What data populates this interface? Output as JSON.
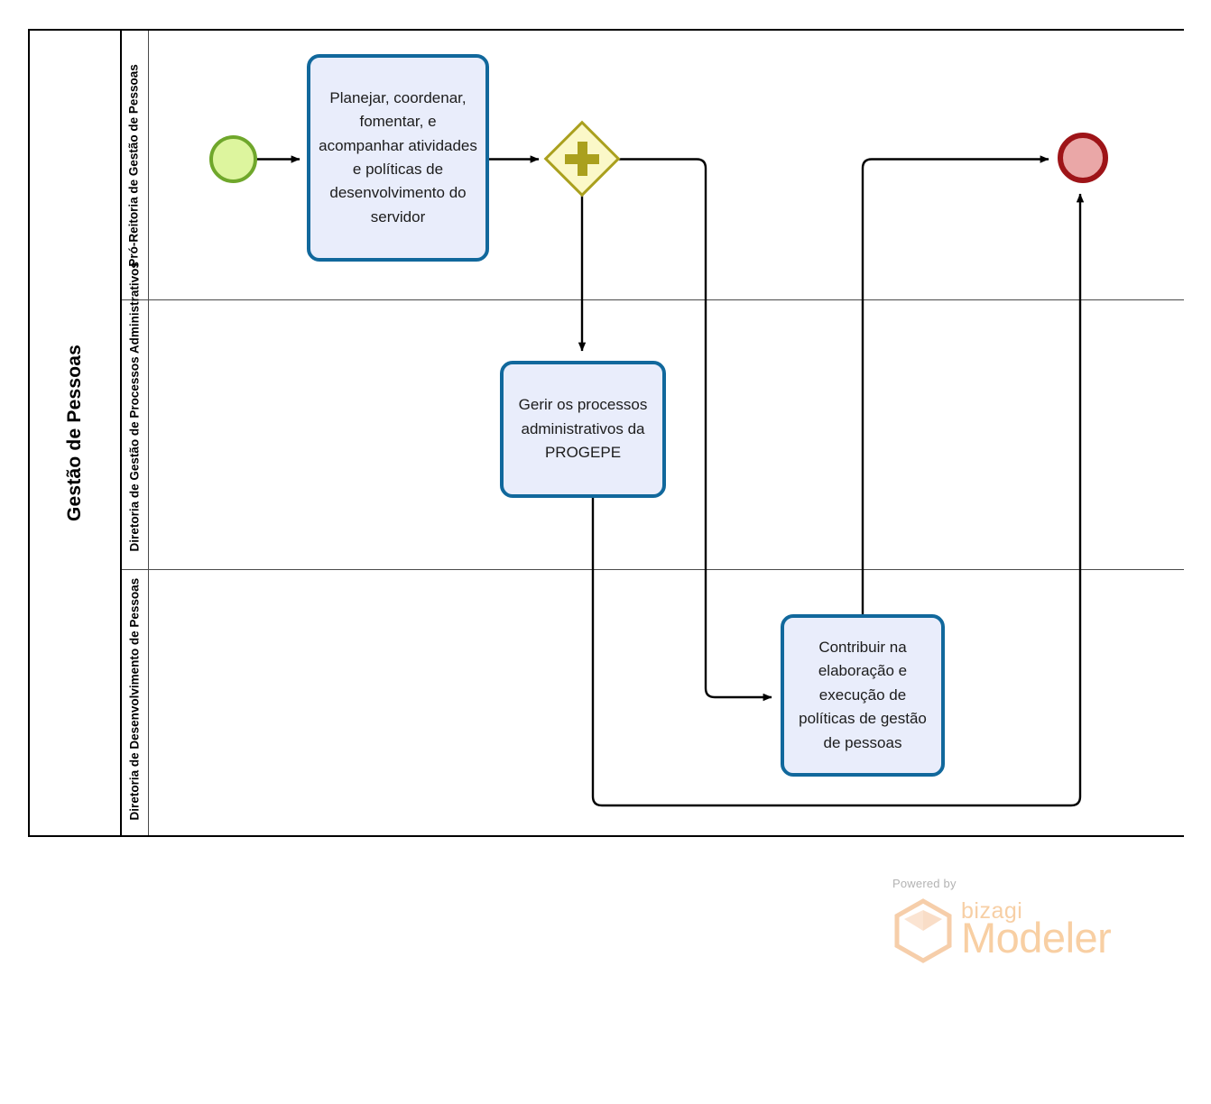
{
  "diagram": {
    "type": "bpmn-process-diagram",
    "pool": {
      "label": "Gestão de Pessoas"
    },
    "lanes": [
      {
        "id": "lane-pro-reitoria",
        "label": "Pró-Reitoria de Gestão de Pessoas"
      },
      {
        "id": "lane-processos-administrativos",
        "label": "Diretoria de Gestão de Processos Administrativos"
      },
      {
        "id": "lane-desenvolvimento",
        "label": "Diretoria de Desenvolvimento de Pessoas"
      }
    ],
    "events": [
      {
        "id": "start-event",
        "type": "start",
        "label": "",
        "lane": "lane-pro-reitoria",
        "fill": "#ddf59e",
        "stroke": "#6fa72b"
      },
      {
        "id": "end-event",
        "type": "end",
        "label": "",
        "lane": "lane-pro-reitoria",
        "fill": "#eaa7a7",
        "stroke": "#9e1418"
      }
    ],
    "gateways": [
      {
        "id": "parallel-gateway",
        "type": "parallel",
        "symbol": "+",
        "label": "",
        "lane": "lane-pro-reitoria",
        "fill": "#fbf8c8",
        "stroke": "#aaa01e"
      }
    ],
    "tasks": [
      {
        "id": "task-planejar",
        "label": "Planejar, coordenar, fomentar, e acompanhar atividades e políticas de desenvolvimento do servidor",
        "lane": "lane-pro-reitoria",
        "fill": "#e9edfb",
        "stroke": "#11689c"
      },
      {
        "id": "task-gerir-processos",
        "label": "Gerir os processos administrativos da PROGEPE",
        "lane": "lane-processos-administrativos",
        "fill": "#e9edfb",
        "stroke": "#11689c"
      },
      {
        "id": "task-contribuir-politicas",
        "label": "Contribuir na elaboração e execução de políticas de gestão de pessoas",
        "lane": "lane-desenvolvimento",
        "fill": "#e9edfb",
        "stroke": "#11689c"
      }
    ],
    "sequence_flows": [
      {
        "id": "flow-start-to-planejar",
        "from": "start-event",
        "to": "task-planejar",
        "label": ""
      },
      {
        "id": "flow-planejar-to-gateway",
        "from": "task-planejar",
        "to": "parallel-gateway",
        "label": ""
      },
      {
        "id": "flow-gateway-to-gerir",
        "from": "parallel-gateway",
        "to": "task-gerir-processos",
        "label": ""
      },
      {
        "id": "flow-gateway-to-contribuir",
        "from": "parallel-gateway",
        "to": "task-contribuir-politicas",
        "label": ""
      },
      {
        "id": "flow-contribuir-to-end",
        "from": "task-contribuir-politicas",
        "to": "end-event",
        "label": ""
      },
      {
        "id": "flow-gerir-to-end",
        "from": "task-gerir-processos",
        "to": "end-event",
        "label": ""
      }
    ]
  },
  "watermark": {
    "powered_by": "Powered by",
    "brand": "bizagi",
    "product": "Modeler",
    "color": "#f8cfa3"
  }
}
